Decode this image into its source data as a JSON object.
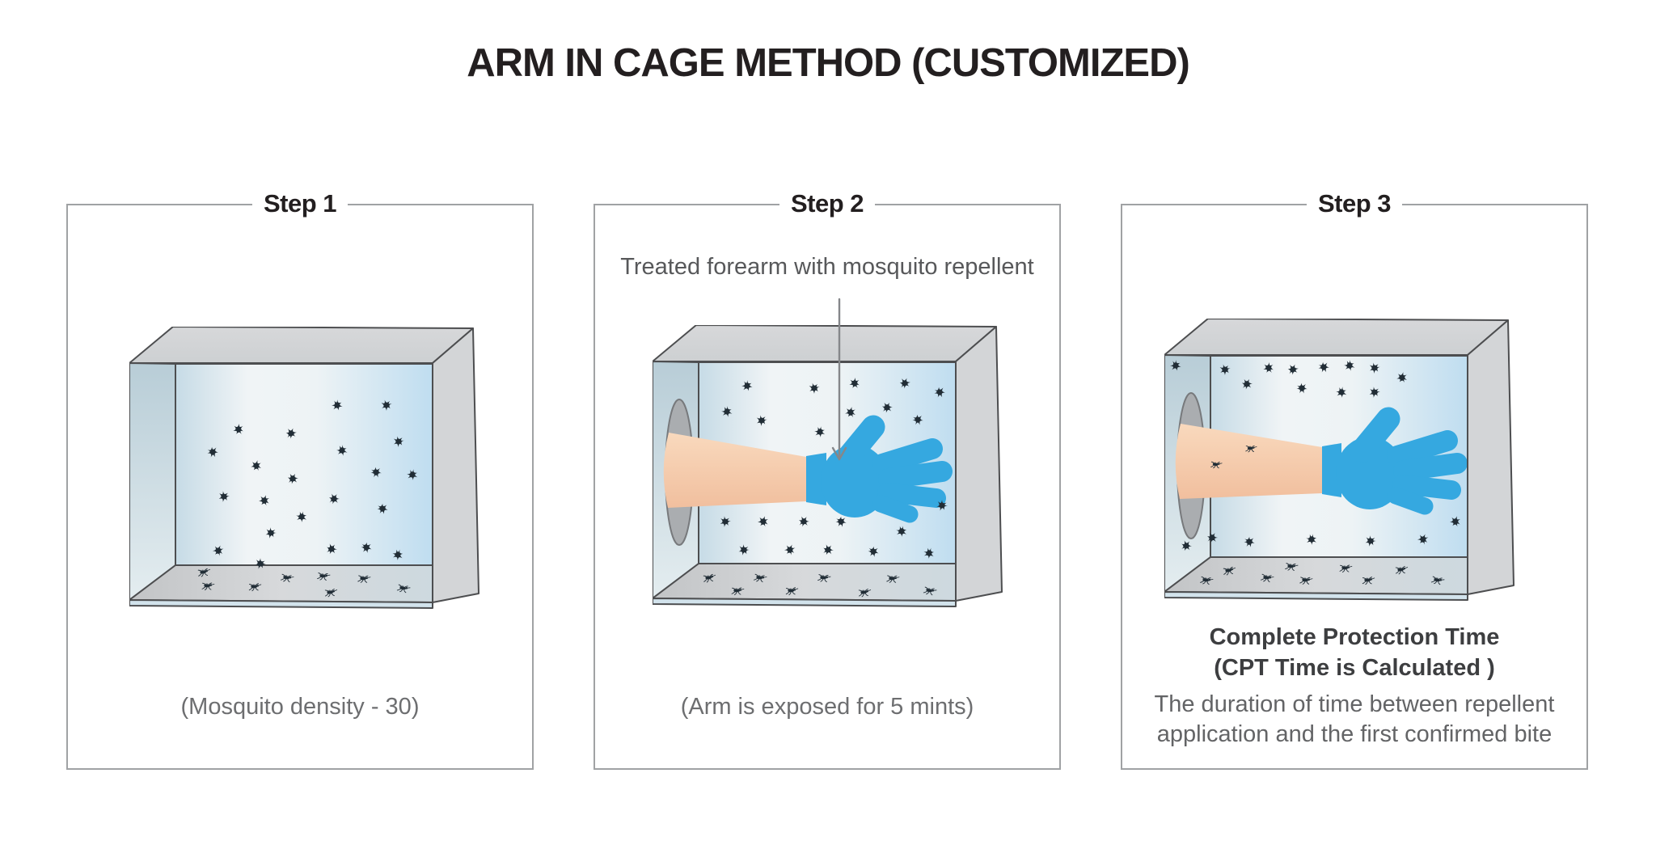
{
  "title": "ARM IN CAGE METHOD (CUSTOMIZED)",
  "steps": [
    {
      "label": "Step 1",
      "caption": "(Mosquito density - 30)",
      "cage": {
        "mosquitoes_flying": 22,
        "mosquitoes_resting": 8,
        "has_arm_hole": false,
        "has_arm": false
      }
    },
    {
      "label": "Step 2",
      "annotation": "Treated forearm with mosquito repellent",
      "caption": "(Arm is exposed for 5 mints)",
      "cage": {
        "mosquitoes_flying": 22,
        "mosquitoes_resting": 8,
        "has_arm_hole": true,
        "has_arm": true
      }
    },
    {
      "label": "Step 3",
      "cpt_title_line1": "Complete Protection Time",
      "cpt_title_line2": "(CPT Time is Calculated )",
      "cpt_description": "The duration of time between repellent application and the first confirmed bite",
      "cage": {
        "mosquitoes_flying": 19,
        "mosquitoes_resting": 9,
        "mosquitoes_on_arm": 2,
        "has_arm_hole": true,
        "has_arm": true
      }
    }
  ],
  "colors": {
    "glove_blue": "#35a8e0",
    "skin_light": "#f9d9bd",
    "skin_dark": "#f1bf9e",
    "cage_outline": "#4d4e50",
    "panel_border": "#a0a2a4",
    "mosquito_dark": "#212d36",
    "text_dark": "#231f20",
    "text_gray": "#6d6e70",
    "arrow_gray": "#85878a"
  },
  "icons": {
    "mosquito_flying": "mosquito-flying-icon",
    "mosquito_resting": "mosquito-resting-icon",
    "down_arrow": "down-arrow-icon"
  }
}
